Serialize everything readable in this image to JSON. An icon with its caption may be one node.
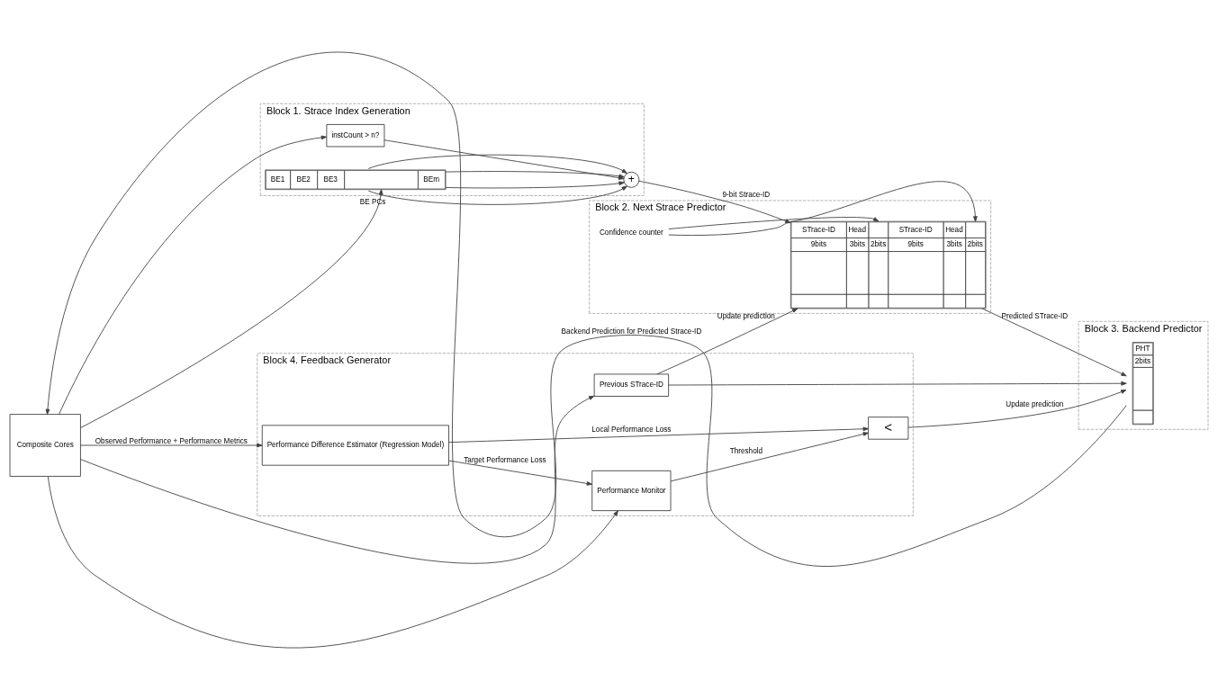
{
  "diagram": {
    "nodes": [
      {
        "text": [
          "Block 1. Strace Index Generation"
        ]
      },
      {
        "text": [
          "instCount > n?"
        ],
        "in": 0
      },
      {
        "text": [
          "+"
        ],
        "in": 0
      },
      {
        "text": [
          "BE1",
          "BE2",
          "BE3",
          "BEm"
        ],
        "in": 0
      },
      {
        "text": [
          "Block 2. Next Strace Predictor"
        ]
      },
      {
        "text": [
          "Confidence counter"
        ],
        "in": 4
      },
      {
        "text": [
          "STrace-ID",
          "Head",
          "STrace-ID",
          "Head",
          "9bits",
          "3bits",
          "2bits",
          "9bits",
          "3bits",
          "2bits"
        ],
        "in": 4
      },
      {
        "text": [
          "Block 3. Backend Predictor"
        ]
      },
      {
        "text": [
          "PHT",
          "2bits"
        ],
        "in": 7
      },
      {
        "text": [
          "Block 4. Feedback Generator"
        ]
      },
      {
        "text": [
          "Previous STrace-ID"
        ],
        "in": 9
      },
      {
        "text": [
          "<"
        ],
        "in": 9
      },
      {
        "text": [
          "Performance Difference Estimator (Regression Model)"
        ],
        "in": 9
      },
      {
        "text": [
          "Performance Monitor"
        ],
        "in": 9
      },
      {
        "text": [
          "Composite Cores"
        ]
      }
    ],
    "edges": [
      {
        "from": 14,
        "to": 1,
        "arrow": "to"
      },
      {
        "from": 14,
        "to": 3,
        "arrow": "to",
        "label": "BE PCs"
      },
      {
        "from": 1,
        "to": 2,
        "arrow": "to"
      },
      {
        "from": 3,
        "to": 2,
        "arrow": "to"
      },
      {
        "from": 3,
        "to": 2,
        "arrow": "to"
      },
      {
        "from": 3,
        "to": 2,
        "arrow": "to"
      },
      {
        "from": 3,
        "to": 2,
        "arrow": "to"
      },
      {
        "from": 2,
        "to": 6,
        "arrow": "to",
        "label": "9-bit Strace-ID"
      },
      {
        "from": 5,
        "to": 6,
        "arrow": "to"
      },
      {
        "from": 5,
        "to": 6,
        "arrow": "to"
      },
      {
        "from": 6,
        "to": 8,
        "arrow": "to",
        "label": "Predicted STrace-ID"
      },
      {
        "from": 8,
        "to": 14,
        "arrow": "to",
        "label": "Backend Prediction for Predicted Strace-ID"
      },
      {
        "from": 14,
        "to": 10,
        "arrow": "to"
      },
      {
        "from": 14,
        "to": 12,
        "arrow": "to",
        "label": "Observed Performance + Performance Metrics"
      },
      {
        "from": 14,
        "to": 13,
        "arrow": "to"
      },
      {
        "from": 10,
        "to": 6,
        "arrow": "to",
        "label": "Update prediction"
      },
      {
        "from": 10,
        "to": 8,
        "arrow": "to"
      },
      {
        "from": 11,
        "to": 8,
        "arrow": "to",
        "label": "Update prediction"
      },
      {
        "from": 12,
        "to": 11,
        "arrow": "to",
        "label": "Local Performance Loss"
      },
      {
        "from": 12,
        "to": 13,
        "arrow": "to",
        "label": "Target Performance Loss"
      },
      {
        "from": 13,
        "to": 11,
        "arrow": "to",
        "label": "Threshold"
      }
    ]
  }
}
